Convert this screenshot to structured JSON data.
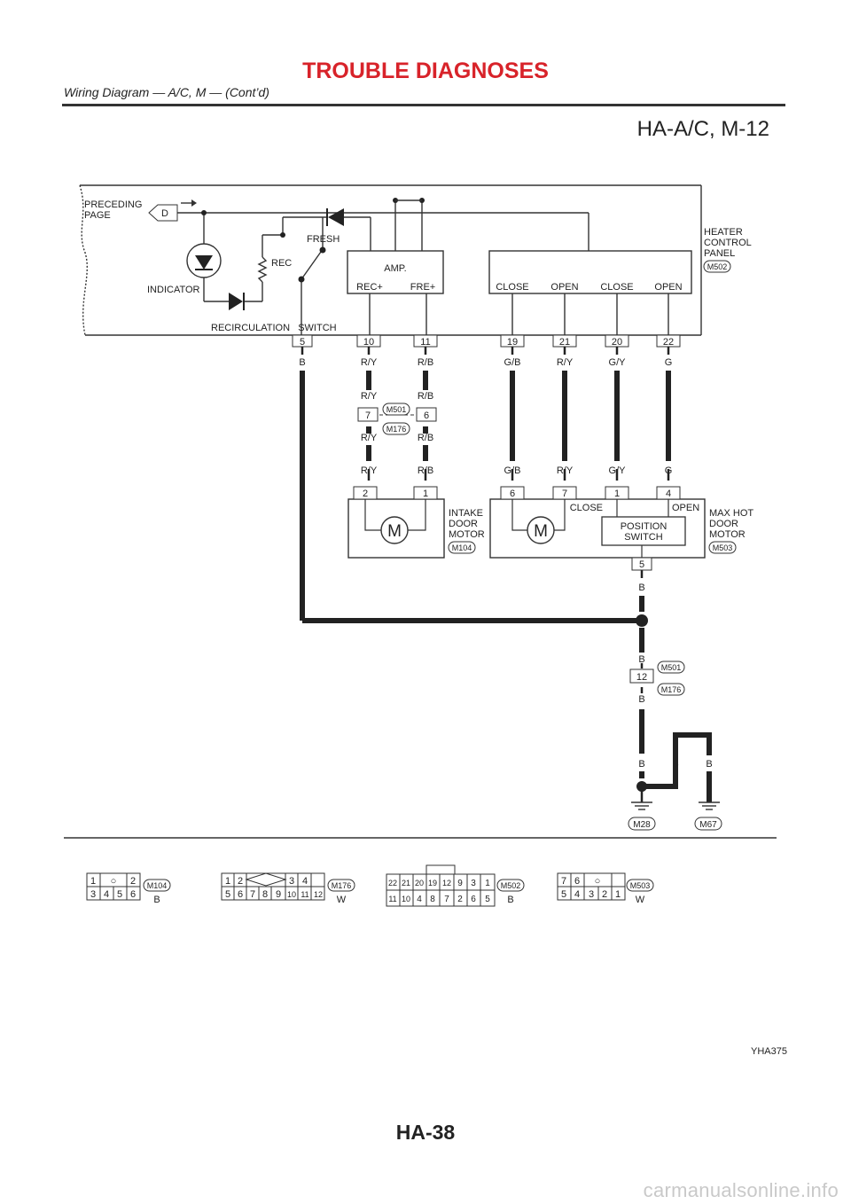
{
  "header": {
    "title": "TROUBLE DIAGNOSES",
    "subtitle": "Wiring Diagram — A/C, M — (Cont’d)"
  },
  "diagram_id": "HA-A/C, M-12",
  "heater_panel": {
    "name_lines": [
      "HEATER",
      "CONTROL",
      "PANEL"
    ],
    "connector": "M502",
    "preceding_page": [
      "PRECEDING",
      "PAGE"
    ],
    "preceding_marker": "D",
    "indicator": "INDICATOR",
    "rec": "REC",
    "fresh": "FRESH",
    "recirc_switch": "RECIRCULATION   SWITCH",
    "amp": "AMP.",
    "amp_terms": [
      "REC+",
      "FRE+"
    ],
    "motor_terms": [
      "CLOSE",
      "OPEN",
      "CLOSE",
      "OPEN"
    ],
    "pins": [
      "5",
      "10",
      "11",
      "19",
      "21",
      "20",
      "22"
    ],
    "pin_colors": [
      "B",
      "R/Y",
      "R/B",
      "G/B",
      "R/Y",
      "G/Y",
      "G"
    ]
  },
  "joint_connector": {
    "pins": [
      "7",
      "6"
    ],
    "top_conn": "M501",
    "bottom_conn": "M176",
    "upper_colors": [
      "R/Y",
      "R/B"
    ],
    "lower_colors": [
      "R/Y",
      "R/B"
    ]
  },
  "intake_motor": {
    "name_lines": [
      "INTAKE",
      "DOOR",
      "MOTOR"
    ],
    "connector": "M104",
    "pins": [
      "2",
      "1"
    ],
    "colors": [
      "R/Y",
      "R/B"
    ],
    "motor_symbol": "M"
  },
  "maxhot_motor": {
    "name_lines": [
      "MAX HOT",
      "DOOR",
      "MOTOR"
    ],
    "connector": "M503",
    "pins": [
      "6",
      "7",
      "1",
      "4"
    ],
    "colors": [
      "G/B",
      "R/Y",
      "G/Y",
      "G"
    ],
    "close": "CLOSE",
    "open": "OPEN",
    "position_switch": [
      "POSITION",
      "SWITCH"
    ],
    "ground_pin": "5",
    "ground_color": "B",
    "motor_symbol": "M"
  },
  "ground_path": {
    "color_above_splice": "B",
    "inline_pin": "12",
    "inline_conn_top": "M501",
    "inline_conn_bottom": "M176",
    "color_below_inline": "B",
    "final_colors": [
      "B",
      "B",
      "B"
    ],
    "grounds": [
      "M28",
      "M67"
    ]
  },
  "connector_views": [
    {
      "id": "M104",
      "color": "B",
      "rows": [
        [
          "1",
          "○",
          "2"
        ],
        [
          "3",
          "4",
          "5",
          "6"
        ]
      ]
    },
    {
      "id": "M176",
      "color": "W",
      "rows": [
        [
          "1",
          "2",
          "",
          "3",
          "4"
        ],
        [
          "5",
          "6",
          "7",
          "8",
          "9",
          "10",
          "11",
          "12"
        ]
      ]
    },
    {
      "id": "M502",
      "color": "B",
      "rows": [
        [
          "22",
          "21",
          "20",
          "19",
          "12",
          "9",
          "3",
          "1"
        ],
        [
          "11",
          "10",
          "4",
          "8",
          "7",
          "2",
          "6",
          "5"
        ]
      ]
    },
    {
      "id": "M503",
      "color": "W",
      "rows": [
        [
          "7",
          "6",
          "○",
          ""
        ],
        [
          "5",
          "4",
          "3",
          "2",
          "1"
        ]
      ]
    }
  ],
  "figure_ref": "YHA375",
  "page_number": "HA-38",
  "watermark": "carmanualsonline.info"
}
